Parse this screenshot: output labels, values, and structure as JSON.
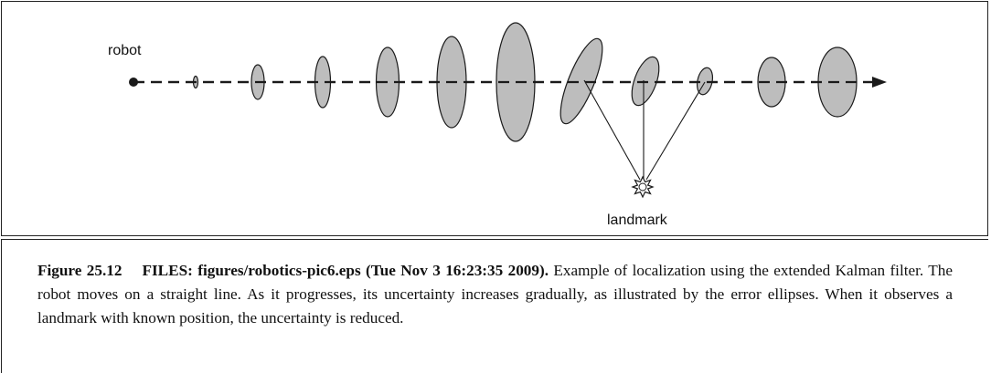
{
  "diagram": {
    "labels": {
      "robot": "robot",
      "landmark": "landmark"
    },
    "colors": {
      "ellipse_fill": "#bdbdbd",
      "stroke": "#1a1a1a"
    },
    "icons": {
      "robot_marker": "filled-dot",
      "landmark_marker": "star-burst",
      "direction": "arrowhead-right"
    }
  },
  "caption": {
    "figure_number": "Figure 25.12",
    "files": "FILES: figures/robotics-pic6.eps (Tue Nov 3 16:23:35 2009).",
    "text": "Example of localization using the extended Kalman filter. The robot moves on a straight line. As it progresses, its uncertainty increases gradually, as illustrated by the error ellipses. When it observes a landmark with known position, the uncertainty is reduced."
  }
}
